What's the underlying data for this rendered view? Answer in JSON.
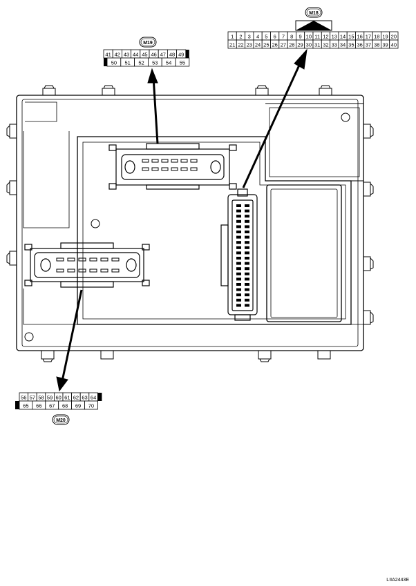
{
  "figure_id": "LIIA2443E",
  "connectors": {
    "m18": {
      "label": "M18",
      "row1": [
        "1",
        "2",
        "3",
        "4",
        "5",
        "6",
        "7",
        "8",
        "9",
        "10",
        "11",
        "12",
        "13",
        "14",
        "15",
        "16",
        "17",
        "18",
        "19",
        "20"
      ],
      "row2": [
        "21",
        "22",
        "23",
        "24",
        "25",
        "26",
        "27",
        "28",
        "29",
        "30",
        "31",
        "32",
        "33",
        "34",
        "35",
        "36",
        "37",
        "38",
        "39",
        "40"
      ]
    },
    "m19": {
      "label": "M19",
      "row1": [
        "41",
        "42",
        "43",
        "44",
        "45",
        "46",
        "47",
        "48",
        "49"
      ],
      "row2": [
        "50",
        "51",
        "52",
        "53",
        "54",
        "55"
      ]
    },
    "m20": {
      "label": "M20",
      "row1": [
        "56",
        "57",
        "58",
        "59",
        "60",
        "61",
        "62",
        "63",
        "64"
      ],
      "row2": [
        "65",
        "66",
        "67",
        "68",
        "69",
        "70"
      ]
    }
  }
}
